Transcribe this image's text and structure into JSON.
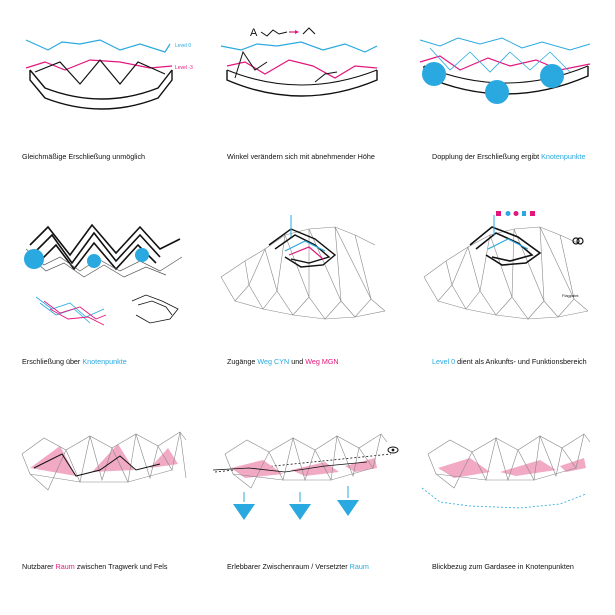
{
  "colors": {
    "cyan": "#29a9e0",
    "magenta": "#e3167d",
    "pink": "#f2a9c4",
    "black": "#111111",
    "grey": "#888888"
  },
  "panel1": {
    "level0": "Level 0",
    "level_3": "Level -3",
    "caption": "Gleichmäßige Erschließung unmöglich"
  },
  "panel2": {
    "letter_a": "A",
    "caption": "Winkel verändern sich mit abnehmender Höhe"
  },
  "panel3": {
    "caption_pre": "Dopplung der Erschließung ergibt ",
    "caption_hl": "Knotenpunkte"
  },
  "panel4": {
    "caption_pre": "Erschließung über ",
    "caption_hl": "Knotenpunkte"
  },
  "panel5": {
    "caption_pre": "Zugänge ",
    "caption_hl1": "Weg CYN",
    "caption_mid": " und ",
    "caption_hl2": "Weg MGN"
  },
  "panel6": {
    "caption_hl": "Level 0",
    "caption_post": " dient als Ankunfts- und Funktionsbereich",
    "label": "Flagpoint"
  },
  "panel7": {
    "caption_pre": "Nutzbarer ",
    "caption_hl": "Raum",
    "caption_post": " zwischen Tragwerk und Fels"
  },
  "panel8": {
    "caption_pre": "Erlebbarer Zwischenraum / Versetzter ",
    "caption_hl": "Raum"
  },
  "panel9": {
    "caption": "Blickbezug zum Gardasee in Knotenpunkten"
  }
}
